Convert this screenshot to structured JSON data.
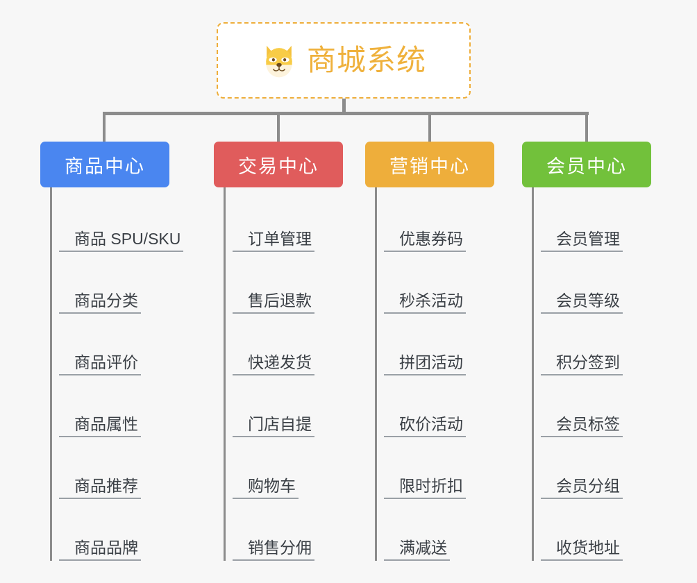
{
  "background_color": "#f7f7f7",
  "root": {
    "icon": "dog-face-emoji",
    "title": "商城系统",
    "border_color": "#eeae3b",
    "text_color": "#efb13c"
  },
  "connector_color": "#8c8c8c",
  "columns": [
    {
      "id": "product-center",
      "header": "商品中心",
      "color": "#4a86f0",
      "items": [
        "商品 SPU/SKU",
        "商品分类",
        "商品评价",
        "商品属性",
        "商品推荐",
        "商品品牌"
      ]
    },
    {
      "id": "trade-center",
      "header": "交易中心",
      "color": "#e05c5c",
      "items": [
        "订单管理",
        "售后退款",
        "快递发货",
        "门店自提",
        "购物车",
        "销售分佣"
      ]
    },
    {
      "id": "marketing-center",
      "header": "营销中心",
      "color": "#eeae3b",
      "items": [
        "优惠券码",
        "秒杀活动",
        "拼团活动",
        "砍价活动",
        "限时折扣",
        "满减送"
      ]
    },
    {
      "id": "member-center",
      "header": "会员中心",
      "color": "#72c13b",
      "items": [
        "会员管理",
        "会员等级",
        "积分签到",
        "会员标签",
        "会员分组",
        "收货地址"
      ]
    }
  ]
}
